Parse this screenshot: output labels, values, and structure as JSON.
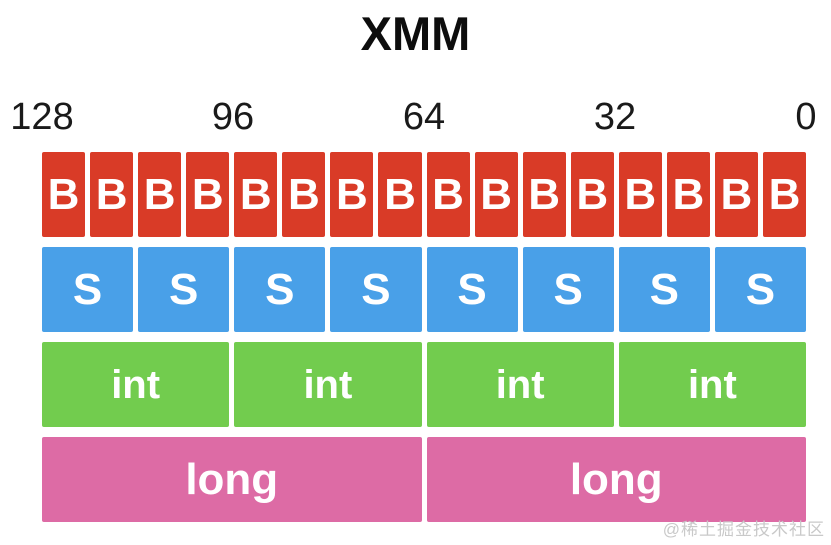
{
  "title": "XMM",
  "scale": {
    "labels": [
      {
        "text": "128",
        "pos": 0
      },
      {
        "text": "96",
        "pos": 25
      },
      {
        "text": "64",
        "pos": 50
      },
      {
        "text": "32",
        "pos": 75
      },
      {
        "text": "0",
        "pos": 100
      }
    ]
  },
  "register": {
    "rows": [
      {
        "name": "byte-row",
        "label": "B",
        "count": 16,
        "color": "#D93B27"
      },
      {
        "name": "short-row",
        "label": "S",
        "count": 8,
        "color": "#49A0E8"
      },
      {
        "name": "int-row",
        "label": "int",
        "count": 4,
        "color": "#72CC4E"
      },
      {
        "name": "long-row",
        "label": "long",
        "count": 2,
        "color": "#DD6BA5"
      }
    ]
  },
  "watermark": {
    "text": "@稀土掘金技术社区",
    "color": "#c9c9c9"
  }
}
